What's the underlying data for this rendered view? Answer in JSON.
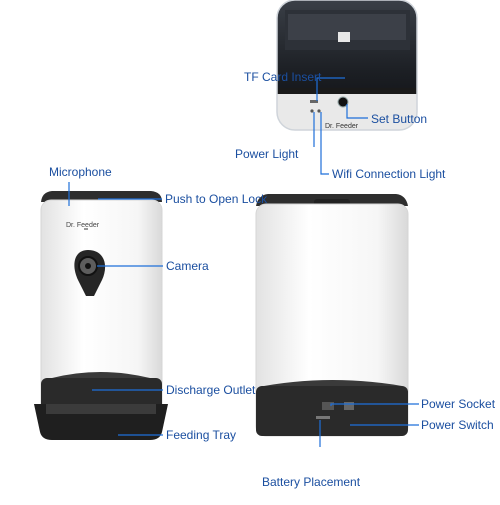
{
  "brand_text": "Dr. Feeder",
  "colors": {
    "label": "#1b4fa0",
    "leader_line": "#1e6fd9",
    "housing": "#f4f4f4",
    "base": "#2a2a2a"
  },
  "inset": {
    "labels": {
      "tf_card": "TF Card Insert",
      "set_button": "Set Button",
      "power_light": "Power Light",
      "wifi_light": "Wifi Connection Light"
    }
  },
  "front": {
    "labels": {
      "microphone": "Microphone",
      "push_lock": "Push to Open Lock",
      "camera": "Camera",
      "discharge": "Discharge Outlet",
      "tray": "Feeding Tray"
    }
  },
  "back": {
    "labels": {
      "power_socket": "Power Socket",
      "power_switch": "Power Switch",
      "battery": "Battery Placement"
    }
  }
}
